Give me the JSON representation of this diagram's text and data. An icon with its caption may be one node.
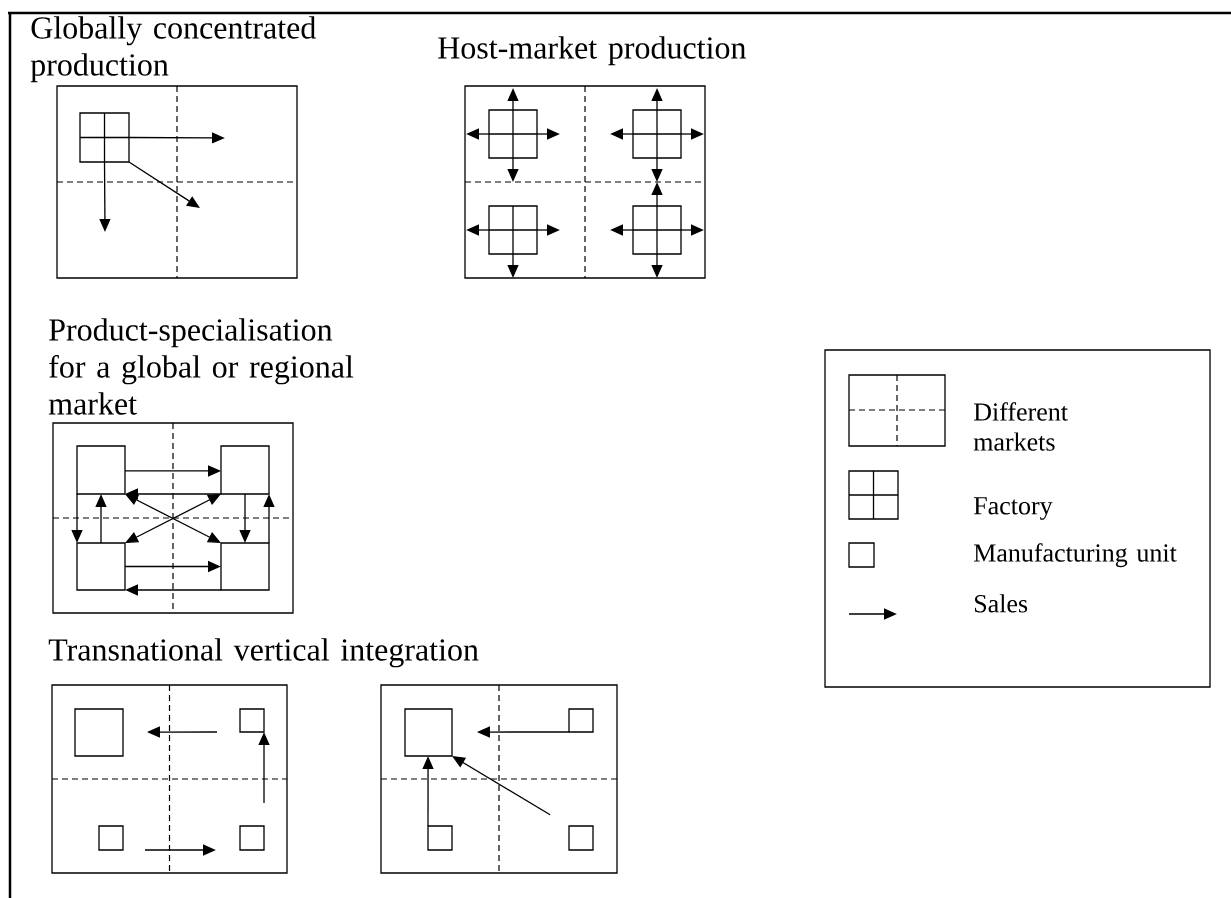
{
  "diagram": {
    "nodes": [
      {
        "text": [
          "Globally concentrated production"
        ]
      },
      {
        "text": [],
        "shape": "grid",
        "in": 0
      },
      {
        "text": [
          "Host-market production"
        ]
      },
      {
        "text": [],
        "shape": "grid",
        "in": 2
      },
      {
        "text": [],
        "shape": "grid",
        "in": 2
      },
      {
        "text": [],
        "shape": "grid",
        "in": 2
      },
      {
        "text": [],
        "shape": "grid",
        "in": 2
      },
      {
        "text": [
          "Product-specialisation for a global or regional market"
        ]
      },
      {
        "text": [],
        "shape": "box",
        "in": 7
      },
      {
        "text": [],
        "shape": "box",
        "in": 7
      },
      {
        "text": [],
        "shape": "box",
        "in": 7
      },
      {
        "text": [],
        "shape": "box",
        "in": 7
      },
      {
        "text": [
          "Transnational vertical integration"
        ]
      },
      {
        "text": [],
        "shape": "box",
        "in": 12
      },
      {
        "text": [],
        "shape": "box",
        "in": 12
      },
      {
        "text": [],
        "shape": "box",
        "in": 12
      },
      {
        "text": [],
        "shape": "box",
        "in": 12
      },
      {
        "text": [],
        "shape": "box"
      },
      {
        "text": [],
        "shape": "box",
        "in": 17
      },
      {
        "text": [],
        "shape": "box",
        "in": 17
      },
      {
        "text": [],
        "shape": "box",
        "in": 17
      },
      {
        "text": [],
        "shape": "box",
        "in": 17
      }
    ],
    "edges": [
      {
        "from": 1,
        "to": null,
        "arrow": "to"
      },
      {
        "from": 1,
        "to": null,
        "arrow": "to"
      },
      {
        "from": 1,
        "to": null,
        "arrow": "to"
      },
      {
        "from": 3,
        "to": null,
        "arrow": "to"
      },
      {
        "from": 3,
        "to": null,
        "arrow": "to"
      },
      {
        "from": 3,
        "to": null,
        "arrow": "to"
      },
      {
        "from": 3,
        "to": null,
        "arrow": "to"
      },
      {
        "from": 4,
        "to": null,
        "arrow": "to"
      },
      {
        "from": 4,
        "to": null,
        "arrow": "to"
      },
      {
        "from": 4,
        "to": null,
        "arrow": "to"
      },
      {
        "from": 4,
        "to": null,
        "arrow": "to"
      },
      {
        "from": 5,
        "to": null,
        "arrow": "to"
      },
      {
        "from": 5,
        "to": null,
        "arrow": "to"
      },
      {
        "from": 5,
        "to": null,
        "arrow": "to"
      },
      {
        "from": 6,
        "to": null,
        "arrow": "to"
      },
      {
        "from": 6,
        "to": null,
        "arrow": "to"
      },
      {
        "from": 6,
        "to": null,
        "arrow": "to"
      },
      {
        "from": 6,
        "to": null,
        "arrow": "to"
      },
      {
        "from": 8,
        "to": 9,
        "arrow": "to"
      },
      {
        "from": 9,
        "to": 8,
        "arrow": "to"
      },
      {
        "from": 8,
        "to": 10,
        "arrow": "to"
      },
      {
        "from": 10,
        "to": 8,
        "arrow": "to"
      },
      {
        "from": 9,
        "to": 11,
        "arrow": "to"
      },
      {
        "from": 11,
        "to": 9,
        "arrow": "to"
      },
      {
        "from": 10,
        "to": 11,
        "arrow": "to"
      },
      {
        "from": 11,
        "to": 10,
        "arrow": "to"
      },
      {
        "from": 8,
        "to": 11,
        "arrow": "both"
      },
      {
        "from": 9,
        "to": 10,
        "arrow": "both"
      },
      {
        "from": 14,
        "to": 13,
        "arrow": "to"
      },
      {
        "from": 16,
        "to": 14,
        "arrow": "to"
      },
      {
        "from": 15,
        "to": 16,
        "arrow": "to"
      },
      {
        "from": 19,
        "to": 18,
        "arrow": "to"
      },
      {
        "from": 20,
        "to": 18,
        "arrow": "to"
      },
      {
        "from": 21,
        "to": 18,
        "arrow": "to"
      }
    ],
    "legend": [
      {
        "text": "Different markets"
      },
      {
        "text": "Factory"
      },
      {
        "text": "Manufacturing unit"
      },
      {
        "text": "Sales"
      }
    ]
  }
}
